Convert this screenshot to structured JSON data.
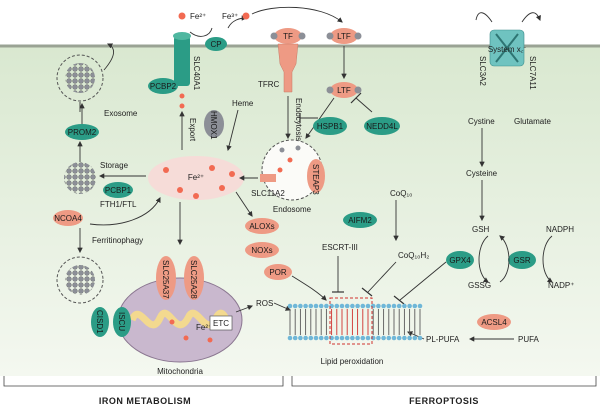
{
  "footer": {
    "left": "IRON METABOLISM",
    "right": "FERROPTOSIS"
  },
  "proteins": {
    "cp": "CP",
    "tf": "TF",
    "ltf1": "LTF",
    "ltf2": "LTF",
    "tfrc": "TFRC",
    "pcbp2": "PCBP2",
    "slc40a1": "SLC40A1",
    "hmox1": "HMOX1",
    "hspb1": "HSPB1",
    "nedd4l": "NEDD4L",
    "steap3": "STEAP3",
    "prom2": "PROM2",
    "pcbp1": "PCBP1",
    "ncoa4": "NCOA4",
    "alox": "ALOXs",
    "nox": "NOXs",
    "por": "POR",
    "aifm2": "AIFM2",
    "gpx4": "GPX4",
    "gsr": "GSR",
    "acsl4": "ACSL4",
    "slc25a37": "SLC25A37",
    "slc25a28": "SLC25A28",
    "isc": "ISCU",
    "cisd": "CISD1"
  },
  "labels": {
    "fe2_top": "Fe²⁺",
    "fe3_top": "Fe³⁺",
    "heme": "Heme",
    "export": "Export",
    "endocytosis": "Endocytosis",
    "endosome": "Endosome",
    "slc11a2": "SLC11A2",
    "fe_lip": "Fe²⁺",
    "exosome": "Exosome",
    "storage": "Storage",
    "fth1": "FTH1/FTL",
    "ferritinophagy": "Ferritinophagy",
    "mitochondria": "Mitochondria",
    "etc": "ETC",
    "fe_mito": "Fe²⁺",
    "ros": "ROS",
    "coq10": "CoQ₁₀",
    "coq10h2": "CoQ₁₀H₂",
    "escrt": "ESCRT-III",
    "system_xc": "System x꜀⁻",
    "slc7a11": "SLC7A11",
    "slc3a2": "SLC3A2",
    "cystine": "Cystine",
    "glutamate": "Glutamate",
    "cysteine": "Cysteine",
    "gsh": "GSH",
    "nadph": "NADPH",
    "gssg": "GSSG",
    "nadp": "NADP⁺",
    "pufa": "PUFA",
    "plpufa": "PL-PUFA",
    "lipid_perox": "Lipid peroxidation"
  },
  "colors": {
    "teal": "#2b9c86",
    "salmon": "#ee9a84",
    "grey": "#8c8f97",
    "fe": "#f26a52",
    "lip": "#f6dcd8",
    "cytosol": "#e8f0e2"
  }
}
